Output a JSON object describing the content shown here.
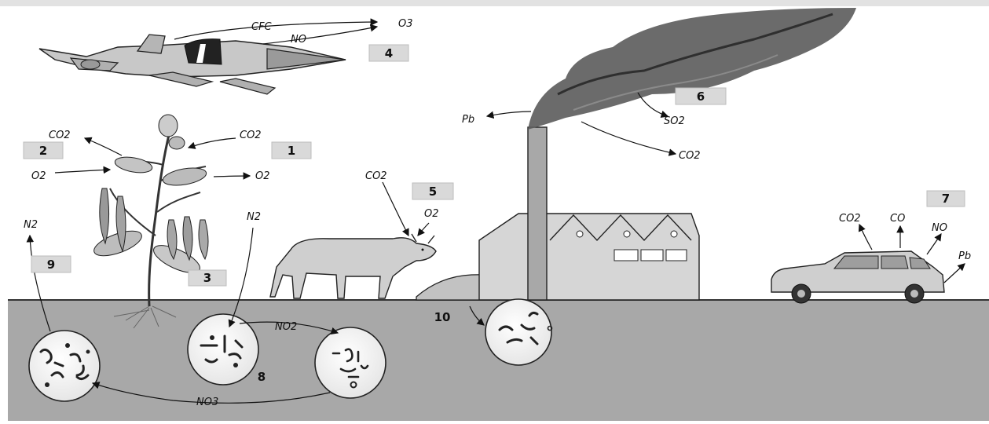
{
  "colors": {
    "ground": "#a8a8a8",
    "label_box": "#d9d9d9",
    "smoke": "#5e5e5e",
    "ink": "#111111"
  },
  "labels": {
    "airplane": {
      "cfc": "CFC",
      "no": "NO",
      "o3": "O3"
    },
    "plant": {
      "co2_left": "CO2",
      "co2_right": "CO2",
      "o2_left": "O2",
      "o2_right": "O2"
    },
    "cow": {
      "co2": "CO2",
      "o2": "O2"
    },
    "factory": {
      "pb": "Pb",
      "so2": "SO2",
      "co2": "CO2"
    },
    "car": {
      "co2": "CO2",
      "co": "CO",
      "no": "NO",
      "pb": "Pb"
    },
    "nitrogen_cycle": {
      "n2_left": "N2",
      "n2_right": "N2",
      "no2": "NO2",
      "no3": "NO3"
    }
  },
  "markers": [
    "1",
    "2",
    "3",
    "4",
    "5",
    "6",
    "7",
    "8",
    "9",
    "10"
  ],
  "icons": [
    "airplane-icon",
    "plant-icon",
    "cow-icon",
    "dead-cow-icon",
    "factory-icon",
    "smoke-icon",
    "car-icon",
    "bacteria-icon"
  ]
}
